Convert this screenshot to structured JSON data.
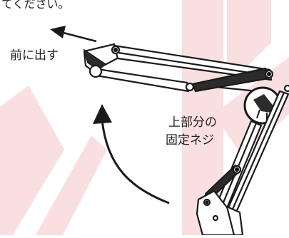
{
  "annotations": {
    "top_fragment": "てください。",
    "bring_forward": "前に出す",
    "screw_line1": "上部分の",
    "screw_line2": "固定ネジ"
  },
  "colors": {
    "watermark": "#f9dfe0",
    "outline": "#1a1a1a",
    "dark_part": "#2b2b2b"
  },
  "icons": [
    "arrow-left-icon",
    "curved-arrow-icon",
    "highlight-circle-icon"
  ]
}
